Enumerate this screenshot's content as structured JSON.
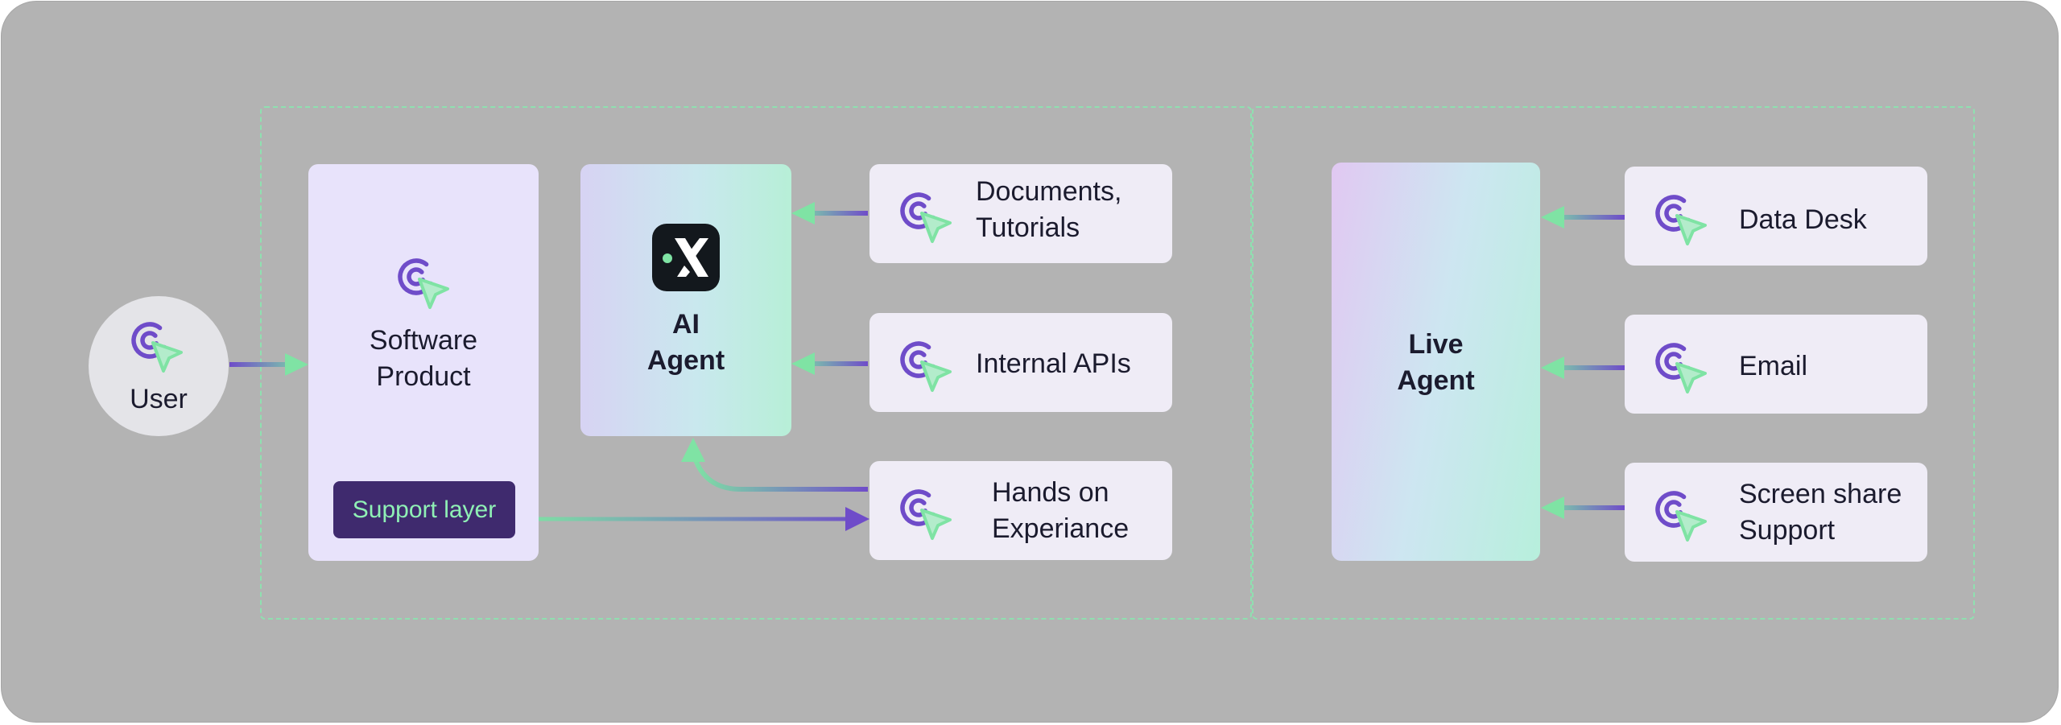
{
  "user": {
    "label": "User"
  },
  "software_product": {
    "label": "Software\nProduct"
  },
  "support_layer": {
    "label": "Support layer"
  },
  "ai_agent": {
    "label": "AI\nAgent",
    "logo": "x-logo-icon"
  },
  "live_agent": {
    "label": "Live\nAgent"
  },
  "ai_sources": [
    {
      "label": "Documents,\nTutorials",
      "icon": "click-cursor-icon"
    },
    {
      "label": "Internal APIs",
      "icon": "click-cursor-icon"
    },
    {
      "label": "Hands on\nExperiance",
      "icon": "click-cursor-icon"
    }
  ],
  "live_sources": [
    {
      "label": "Data Desk",
      "icon": "click-cursor-icon"
    },
    {
      "label": "Email",
      "icon": "click-cursor-icon"
    },
    {
      "label": "Screen share\nSupport",
      "icon": "click-cursor-icon"
    }
  ],
  "colors": {
    "background": "#b3b3b3",
    "accent_green": "#7fe3a4",
    "accent_purple": "#6f4cc9",
    "support_layer_bg": "#3f2a6e",
    "card_bg": "#efecf6"
  }
}
